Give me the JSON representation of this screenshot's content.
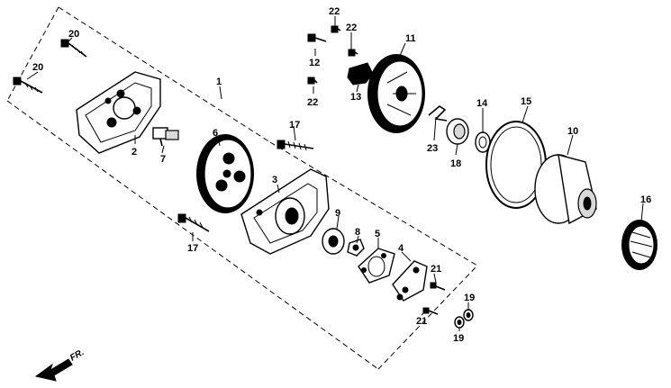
{
  "callouts": {
    "c1": "1",
    "c2": "2",
    "c3": "3",
    "c4": "4",
    "c5": "5",
    "c6": "6",
    "c7": "7",
    "c8": "8",
    "c9": "9",
    "c10": "10",
    "c11": "11",
    "c12": "12",
    "c13": "13",
    "c14": "14",
    "c15": "15",
    "c16": "16",
    "c17a": "17",
    "c17b": "17",
    "c18": "18",
    "c19a": "19",
    "c19b": "19",
    "c20a": "20",
    "c20b": "20",
    "c21a": "21",
    "c21b": "21",
    "c22a": "22",
    "c22b": "22",
    "c22c": "22",
    "c23": "23"
  },
  "direction_arrow": {
    "label": "FR.",
    "icon": "front-direction-arrow-icon"
  },
  "colors": {
    "ink": "#000000",
    "paper": "#ffffff",
    "shade": "#d8d8d8"
  }
}
